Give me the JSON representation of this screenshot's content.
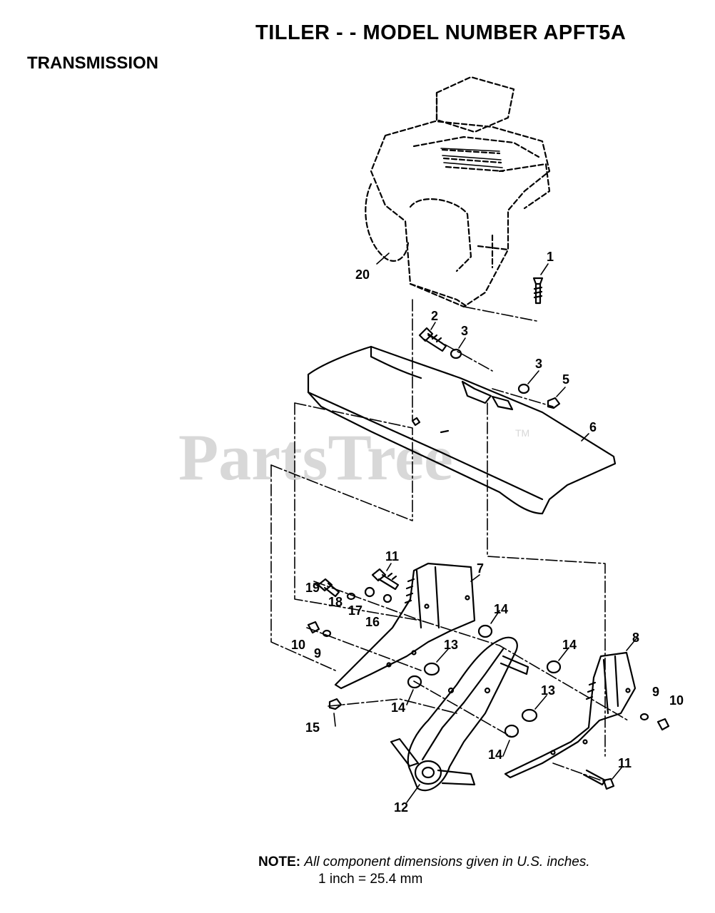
{
  "header": {
    "title": "TILLER - - MODEL NUMBER APFT5A",
    "section": "TRANSMISSION"
  },
  "watermark": {
    "text": "PartsTree",
    "trademark": "TM"
  },
  "callouts": {
    "c1": "1",
    "c2": "2",
    "c3a": "3",
    "c3b": "3",
    "c5": "5",
    "c6": "6",
    "c7": "7",
    "c8": "8",
    "c9a": "9",
    "c9b": "9",
    "c10a": "10",
    "c10b": "10",
    "c11a": "11",
    "c11b": "11",
    "c12": "12",
    "c13a": "13",
    "c13b": "13",
    "c14a": "14",
    "c14b": "14",
    "c14c": "14",
    "c14d": "14",
    "c15": "15",
    "c16": "16",
    "c17": "17",
    "c18": "18",
    "c19": "19",
    "c20": "20"
  },
  "note": {
    "label": "NOTE:",
    "text": "All component dimensions given in U.S. inches.",
    "conversion": "1 inch = 25.4 mm"
  }
}
